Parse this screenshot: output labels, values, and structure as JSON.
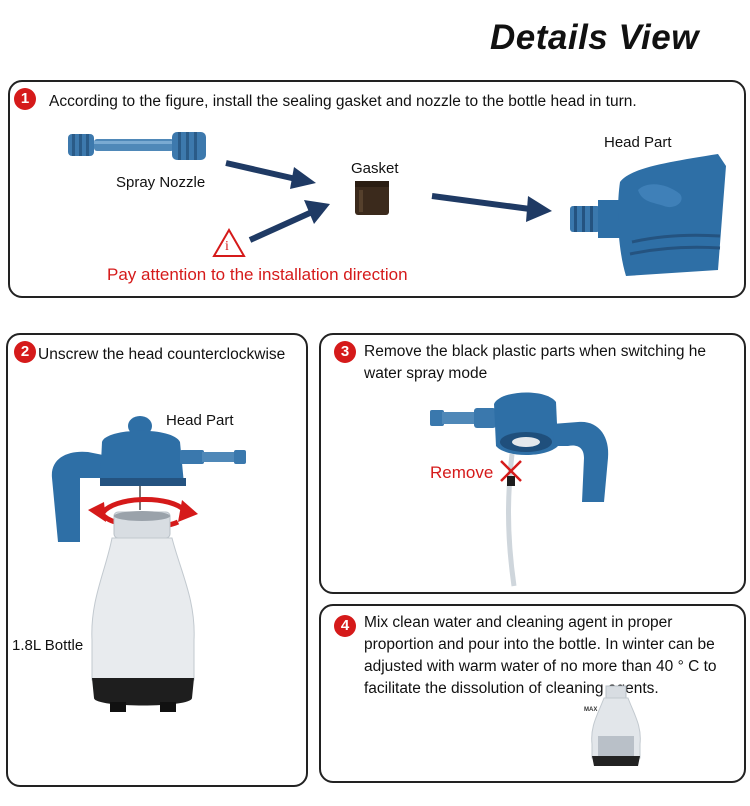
{
  "page_title": "Details View",
  "step1": {
    "number": "1",
    "text": "According to the figure, install the sealing gasket and nozzle to the bottle head in turn.",
    "spray_nozzle_label": "Spray Nozzle",
    "gasket_label": "Gasket",
    "head_part_label": "Head Part",
    "warning_symbol": "i",
    "warning_text": "Pay attention to the installation direction"
  },
  "step2": {
    "number": "2",
    "text": "Unscrew the head counterclockwise",
    "head_part_label": "Head Part",
    "bottle_label": "1.8L Bottle"
  },
  "step3": {
    "number": "3",
    "text": "Remove the black plastic parts when switching he water spray mode",
    "remove_label": "Remove"
  },
  "step4": {
    "number": "4",
    "text": "Mix clean water and cleaning agent in proper proportion and pour into the bottle. In winter can be adjusted with warm water of no more than 40 ° C to facilitate the dissolution of cleaning agents.",
    "max_label": "MAX"
  },
  "colors": {
    "accent_red": "#d51a1a",
    "arrow_navy": "#1f3a64",
    "product_blue": "#2e6fa6",
    "gasket_brown": "#3b2a1c",
    "bottle_white": "#e8ebee"
  }
}
